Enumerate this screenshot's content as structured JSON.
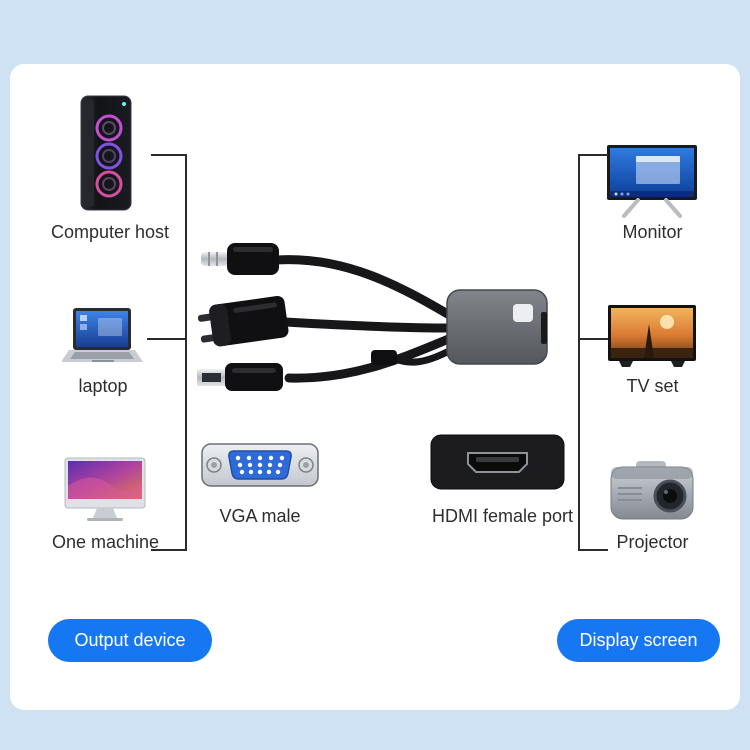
{
  "page": {
    "bg_color": "#cfe2f3",
    "card_color": "#ffffff"
  },
  "left_group": {
    "devices": [
      {
        "label": "Computer host",
        "icon": "computer-host-tower"
      },
      {
        "label": "laptop",
        "icon": "laptop"
      },
      {
        "label": "One machine",
        "icon": "all-in-one-pc"
      }
    ],
    "button_label": "Output device"
  },
  "right_group": {
    "devices": [
      {
        "label": "Monitor",
        "icon": "monitor"
      },
      {
        "label": "TV set",
        "icon": "tv-set"
      },
      {
        "label": "Projector",
        "icon": "projector"
      }
    ],
    "button_label": "Display screen"
  },
  "center": {
    "adapter_icon": "vga-to-hdmi-adapter-cable",
    "vga_label": "VGA male",
    "hdmi_label": "HDMI female port"
  },
  "colors": {
    "accent_blue": "#1677f2",
    "line": "#2b2b2b",
    "vga_blue": "#2f6bd8"
  }
}
